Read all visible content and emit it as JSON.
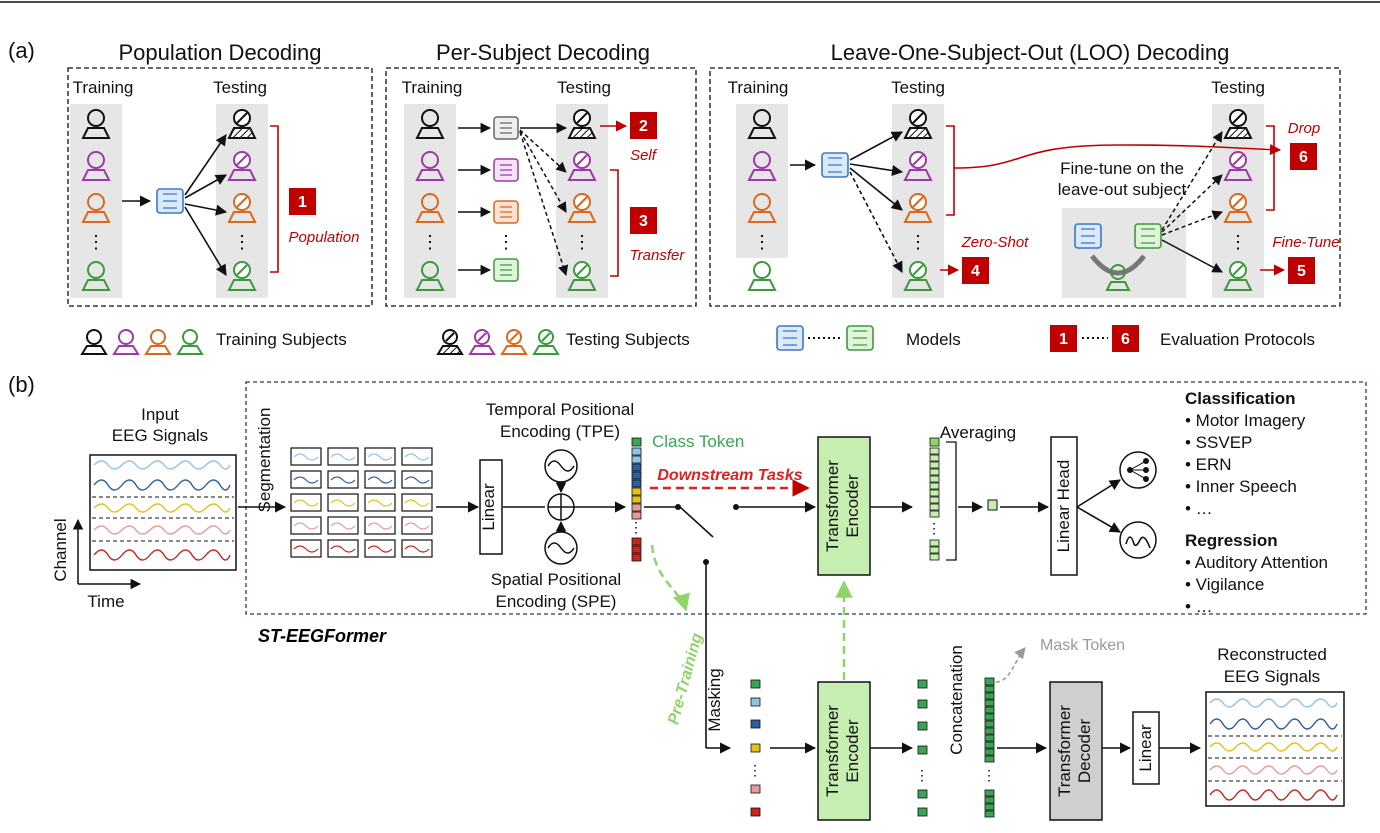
{
  "panel_a": {
    "label": "(a)",
    "population": {
      "title": "Population Decoding",
      "training": "Training",
      "testing": "Testing",
      "protocol_num": "1",
      "protocol_label": "Population"
    },
    "per_subject": {
      "title": "Per-Subject Decoding",
      "training": "Training",
      "testing": "Testing",
      "self_num": "2",
      "self_label": "Self",
      "transfer_num": "3",
      "transfer_label": "Transfer"
    },
    "loo": {
      "title": "Leave-One-Subject-Out (LOO) Decoding",
      "training": "Training",
      "testing_1": "Testing",
      "testing_2": "Testing",
      "drop_label": "Drop",
      "drop_num": "6",
      "finetune_note_1": "Fine-tune on the",
      "finetune_note_2": "leave-out subject",
      "zeroshot_label": "Zero-Shot",
      "zeroshot_num": "4",
      "finetune_label": "Fine-Tune",
      "finetune_num": "5"
    },
    "legend": {
      "training_subjects": "Training Subjects",
      "testing_subjects": "Testing Subjects",
      "models": "Models",
      "eval_protocols": "Evaluation Protocols",
      "proto_first": "1",
      "proto_last": "6"
    }
  },
  "panel_b": {
    "label": "(b)",
    "input_title_1": "Input",
    "input_title_2": "EEG Signals",
    "axis_channel": "Channel",
    "axis_time": "Time",
    "segmentation": "Segmentation",
    "linear": "Linear",
    "tpe_1": "Temporal Positional",
    "tpe_2": "Encoding (TPE)",
    "spe_1": "Spatial Positional",
    "spe_2": "Encoding (SPE)",
    "class_token": "Class Token",
    "downstream": "Downstream Tasks",
    "transformer_encoder_1": "Transformer",
    "transformer_encoder_2": "Encoder",
    "averaging": "Averaging",
    "linear_head": "Linear Head",
    "classification_title": "Classification",
    "classification_items": [
      "• Motor Imagery",
      "• SSVEP",
      "• ERN",
      "• Inner Speech",
      "• …"
    ],
    "regression_title": "Regression",
    "regression_items": [
      "• Auditory Attention",
      "• Vigilance",
      "• …"
    ],
    "model_name": "ST-EEGFormer",
    "pretraining": "Pre-Training",
    "masking": "Masking",
    "concatenation": "Concatenation",
    "mask_token": "Mask Token",
    "transformer_decoder_1": "Transformer",
    "transformer_decoder_2": "Decoder",
    "linear2": "Linear",
    "recon_title_1": "Reconstructed",
    "recon_title_2": "EEG Signals"
  },
  "colors": {
    "subject_1": "#111111",
    "subject_2": "#9b3aa8",
    "subject_3": "#d9691e",
    "subject_4": "#3c9a3c",
    "protocol_red": "#c00000",
    "encoder_green": "#c6eeb0",
    "pretrain_green": "#8fd46a",
    "decoder_gray": "#cfcfcf",
    "panel_gray": "#e6e6e6"
  }
}
